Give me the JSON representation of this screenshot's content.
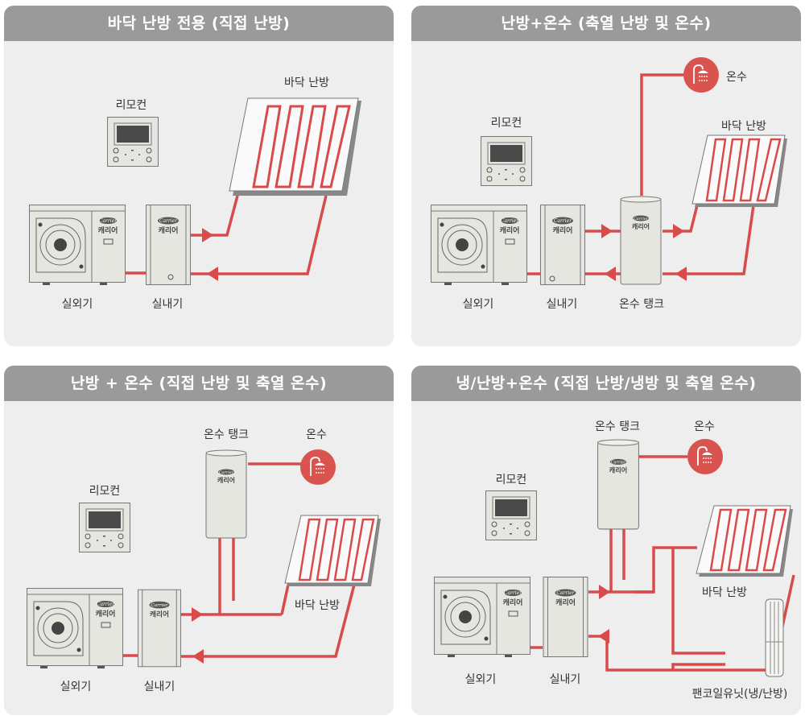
{
  "colors": {
    "pipe": "#d94b4b",
    "header_bg": "#9a9a9a",
    "panel_bg": "#eeeeee",
    "shower_circle": "#d9534f",
    "unit_body": "#e6e6e0"
  },
  "brand": {
    "logo": "Carrier",
    "korean": "캐리어"
  },
  "panels": [
    {
      "title": "바닥 난방 전용 (직접 난방)",
      "labels": {
        "remote": "리모컨",
        "floor": "바닥 난방",
        "outdoor": "실외기",
        "indoor": "실내기"
      }
    },
    {
      "title": "난방+온수 (축열 난방 및 온수)",
      "labels": {
        "remote": "리모컨",
        "floor": "바닥 난방",
        "outdoor": "실외기",
        "indoor": "실내기",
        "tank": "온수 탱크",
        "hotwater": "온수"
      }
    },
    {
      "title": "난방 + 온수 (직접 난방 및 축열 온수)",
      "labels": {
        "remote": "리모컨",
        "floor": "바닥 난방",
        "outdoor": "실외기",
        "indoor": "실내기",
        "tank": "온수 탱크",
        "hotwater": "온수"
      }
    },
    {
      "title": "냉/난방+온수 (직접 난방/냉방 및 축열 온수)",
      "labels": {
        "remote": "리모컨",
        "floor": "바닥 난방",
        "outdoor": "실외기",
        "indoor": "실내기",
        "tank": "온수 탱크",
        "hotwater": "온수",
        "fancoil": "팬코일유닛(냉/난방)"
      }
    }
  ],
  "icons": [
    "shower-icon",
    "remote-controller-icon",
    "outdoor-unit-icon",
    "indoor-unit-icon",
    "water-tank-icon",
    "floor-heating-panel-icon",
    "fan-coil-unit-icon",
    "flow-arrow-icon"
  ]
}
